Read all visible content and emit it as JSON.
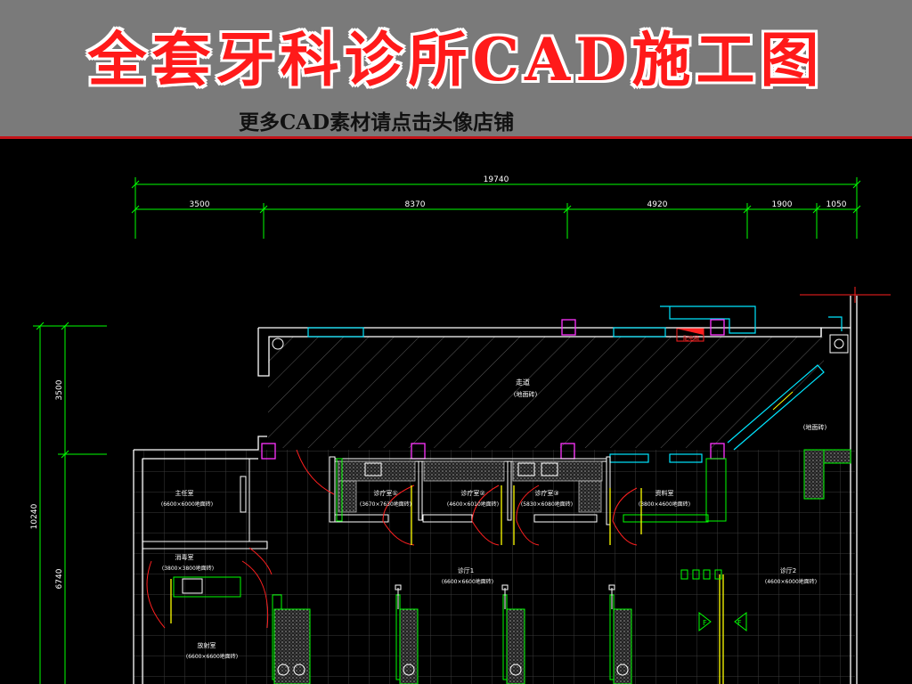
{
  "banner": {
    "title": "全套牙科诊所CAD施工图",
    "subtitle": "更多CAD素材请点击头像店铺",
    "title_color": "#ff1a1a",
    "accent_line_color": "#c4141a",
    "background_color": "#7a7a7a"
  },
  "drawing": {
    "background_color": "#000000",
    "dimension_color": "#00ff00",
    "wall_color": "#00ffff",
    "dimensions_top": {
      "total": "19740",
      "segments": [
        "3500",
        "8370",
        "4920",
        "1900",
        "1050"
      ]
    },
    "dimensions_left": {
      "total": "10240",
      "segments": [
        "3500",
        "6740"
      ]
    },
    "rooms": {
      "corridor": "走道",
      "corridor_note": "(地面砖)",
      "corridor_note_right": "(地面砖)",
      "office": "主任室",
      "office_size": "(6600×6000地面砖)",
      "clinic1": "诊疗室①",
      "clinic1_size": "(3670×7630地面砖)",
      "clinic2": "诊疗室②",
      "clinic2_size": "(4600×6010地面砖)",
      "clinic3": "诊疗室③",
      "clinic3_size": "(5830×6080地面砖)",
      "records": "资料室",
      "records_size": "(3800×4600地面砖)",
      "disinfect": "消毒室",
      "disinfect_size": "(3800×3800地面砖)",
      "hall1": "诊厅1",
      "hall1_size": "(6600×6600地面砖)",
      "hall2": "诊厅2",
      "hall2_size": "(4600×6000地面砖)",
      "xray": "放射室",
      "xray_size": "(6600×6600地面砖)",
      "red_tag": "配电箱"
    }
  }
}
